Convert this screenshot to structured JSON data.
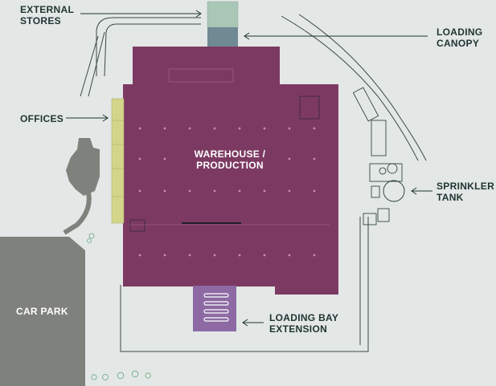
{
  "labels": {
    "external_stores": "EXTERNAL\nSTORES",
    "loading_canopy": "LOADING\nCANOPY",
    "offices": "OFFICES",
    "warehouse": "WAREHOUSE /\nPRODUCTION",
    "sprinkler_tank": "SPRINKLER\nTANK",
    "car_park": "CAR PARK",
    "loading_bay_extension": "LOADING BAY\nEXTENSION"
  },
  "colors": {
    "background": "#e3e7e6",
    "warehouse": "#7c3a62",
    "offices": "#d2d58a",
    "loading_bay_extension": "#8d6aa4",
    "external_stores": "#a9c7b6",
    "loading_canopy": "#6f8a93",
    "car_park": "#7f817c",
    "linework": "#1f3431"
  }
}
